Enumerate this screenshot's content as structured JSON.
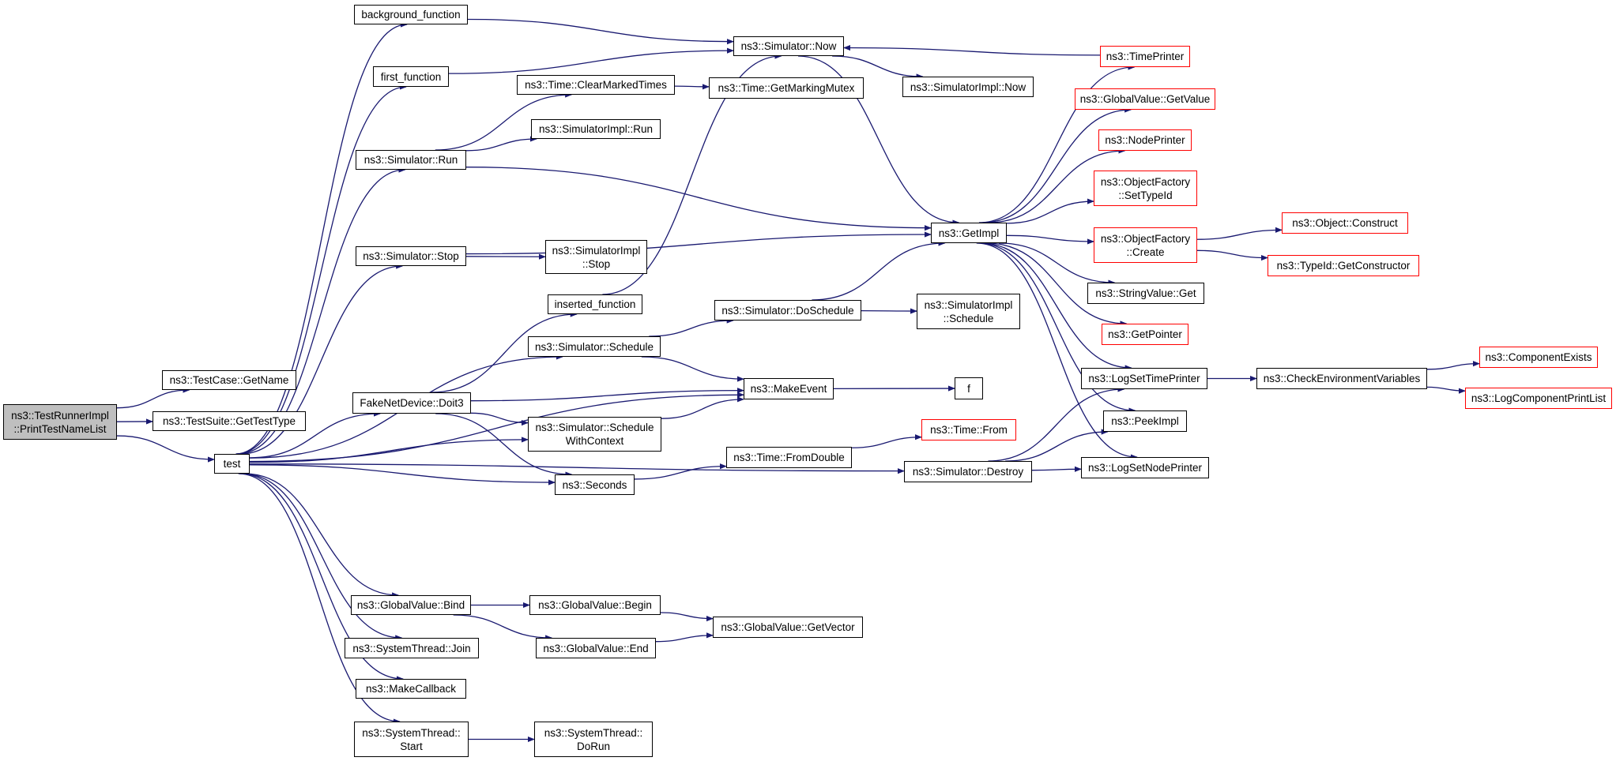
{
  "colors": {
    "edge": "#191970",
    "node_border": "#000000",
    "truncated_border": "#ff0000",
    "root_fill": "#bfbfbf",
    "background": "#ffffff"
  },
  "nodes": {
    "root": "ns3::TestRunnerImpl\n::PrintTestNameList",
    "getname": "ns3::TestCase::GetName",
    "gettesttype": "ns3::TestSuite::GetTestType",
    "test": "test",
    "background_function": "background_function",
    "first_function": "first_function",
    "sim_run": "ns3::Simulator::Run",
    "sim_stop": "ns3::Simulator::Stop",
    "fakenet_doit3": "FakeNetDevice::Doit3",
    "gv_bind": "ns3::GlobalValue::Bind",
    "systhread_join": "ns3::SystemThread::Join",
    "makecallback": "ns3::MakeCallback",
    "systhread_start": "ns3::SystemThread::\nStart",
    "sim_now": "ns3::Simulator::Now",
    "time_clearmarked": "ns3::Time::ClearMarkedTimes",
    "simimpl_run": "ns3::SimulatorImpl::Run",
    "simimpl_stop": "ns3::SimulatorImpl\n::Stop",
    "inserted_function": "inserted_function",
    "sim_schedule": "ns3::Simulator::Schedule",
    "sim_schedulewithcontext": "ns3::Simulator::Schedule\nWithContext",
    "seconds": "ns3::Seconds",
    "gv_begin": "ns3::GlobalValue::Begin",
    "gv_end": "ns3::GlobalValue::End",
    "systhread_dorun": "ns3::SystemThread::\nDoRun",
    "time_getmarkingmutex": "ns3::Time::GetMarkingMutex",
    "sim_doschedule": "ns3::Simulator::DoSchedule",
    "makeevent": "ns3::MakeEvent",
    "time_fromdouble": "ns3::Time::FromDouble",
    "gv_getvector": "ns3::GlobalValue::GetVector",
    "simimpl_now": "ns3::SimulatorImpl::Now",
    "getimpl": "ns3::GetImpl",
    "simimpl_schedule": "ns3::SimulatorImpl\n::Schedule",
    "f": "f",
    "time_from": "ns3::Time::From",
    "sim_destroy": "ns3::Simulator::Destroy",
    "timeprinter": "ns3::TimePrinter",
    "gv_getvalue": "ns3::GlobalValue::GetValue",
    "nodeprinter": "ns3::NodePrinter",
    "of_settypeid": "ns3::ObjectFactory\n::SetTypeId",
    "of_create": "ns3::ObjectFactory\n::Create",
    "stringvalue_get": "ns3::StringValue::Get",
    "getpointer": "ns3::GetPointer",
    "logsettimeprinter": "ns3::LogSetTimePrinter",
    "peekimpl": "ns3::PeekImpl",
    "logsetnodeprinter": "ns3::LogSetNodePrinter",
    "object_construct": "ns3::Object::Construct",
    "typeid_getconstructor": "ns3::TypeId::GetConstructor",
    "checkenvvars": "ns3::CheckEnvironmentVariables",
    "componentexists": "ns3::ComponentExists",
    "logcomponentprintlist": "ns3::LogComponentPrintList"
  },
  "edges": [
    [
      "root",
      "getname"
    ],
    [
      "root",
      "gettesttype"
    ],
    [
      "root",
      "test"
    ],
    [
      "test",
      "background_function"
    ],
    [
      "test",
      "first_function"
    ],
    [
      "test",
      "sim_run"
    ],
    [
      "test",
      "sim_stop"
    ],
    [
      "test",
      "fakenet_doit3"
    ],
    [
      "test",
      "sim_schedule"
    ],
    [
      "test",
      "sim_schedulewithcontext"
    ],
    [
      "test",
      "seconds"
    ],
    [
      "test",
      "makeevent"
    ],
    [
      "test",
      "sim_destroy"
    ],
    [
      "test",
      "gv_bind"
    ],
    [
      "test",
      "systhread_join"
    ],
    [
      "test",
      "makecallback"
    ],
    [
      "test",
      "systhread_start"
    ],
    [
      "background_function",
      "sim_now"
    ],
    [
      "first_function",
      "sim_now"
    ],
    [
      "sim_run",
      "time_clearmarked"
    ],
    [
      "sim_run",
      "simimpl_run"
    ],
    [
      "sim_run",
      "getimpl"
    ],
    [
      "sim_stop",
      "simimpl_stop"
    ],
    [
      "sim_stop",
      "getimpl"
    ],
    [
      "fakenet_doit3",
      "inserted_function"
    ],
    [
      "fakenet_doit3",
      "makeevent"
    ],
    [
      "fakenet_doit3",
      "sim_schedulewithcontext"
    ],
    [
      "fakenet_doit3",
      "seconds"
    ],
    [
      "inserted_function",
      "sim_now"
    ],
    [
      "time_clearmarked",
      "time_getmarkingmutex"
    ],
    [
      "sim_schedule",
      "sim_doschedule"
    ],
    [
      "sim_schedule",
      "makeevent"
    ],
    [
      "sim_schedulewithcontext",
      "makeevent"
    ],
    [
      "seconds",
      "time_fromdouble"
    ],
    [
      "gv_bind",
      "gv_begin"
    ],
    [
      "gv_bind",
      "gv_end"
    ],
    [
      "gv_begin",
      "gv_getvector"
    ],
    [
      "gv_end",
      "gv_getvector"
    ],
    [
      "systhread_start",
      "systhread_dorun"
    ],
    [
      "sim_now",
      "simimpl_now"
    ],
    [
      "sim_now",
      "getimpl"
    ],
    [
      "sim_doschedule",
      "simimpl_schedule"
    ],
    [
      "sim_doschedule",
      "getimpl"
    ],
    [
      "makeevent",
      "f"
    ],
    [
      "time_fromdouble",
      "time_from"
    ],
    [
      "getimpl",
      "timeprinter"
    ],
    [
      "getimpl",
      "gv_getvalue"
    ],
    [
      "getimpl",
      "nodeprinter"
    ],
    [
      "getimpl",
      "of_settypeid"
    ],
    [
      "getimpl",
      "of_create"
    ],
    [
      "getimpl",
      "stringvalue_get"
    ],
    [
      "getimpl",
      "getpointer"
    ],
    [
      "getimpl",
      "logsettimeprinter"
    ],
    [
      "getimpl",
      "peekimpl"
    ],
    [
      "getimpl",
      "logsetnodeprinter"
    ],
    [
      "timeprinter",
      "sim_now"
    ],
    [
      "sim_destroy",
      "logsettimeprinter"
    ],
    [
      "sim_destroy",
      "peekimpl"
    ],
    [
      "sim_destroy",
      "logsetnodeprinter"
    ],
    [
      "of_create",
      "object_construct"
    ],
    [
      "of_create",
      "typeid_getconstructor"
    ],
    [
      "logsettimeprinter",
      "checkenvvars"
    ],
    [
      "checkenvvars",
      "componentexists"
    ],
    [
      "checkenvvars",
      "logcomponentprintlist"
    ]
  ]
}
